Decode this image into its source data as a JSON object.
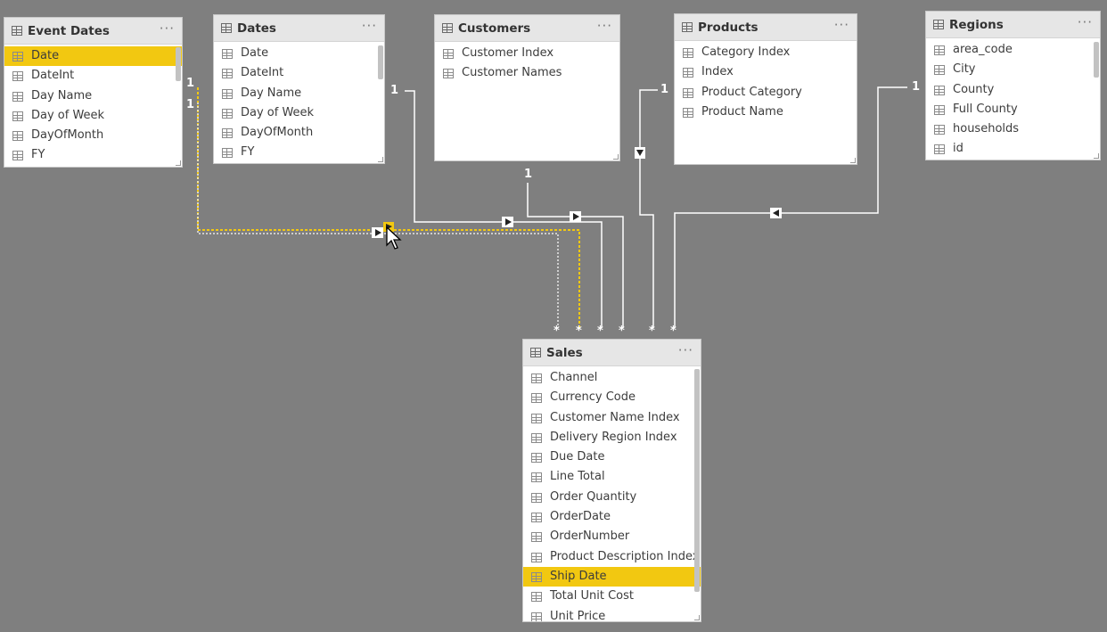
{
  "tables": [
    {
      "key": "event_dates",
      "name": "Event Dates",
      "menu": "···",
      "fields": [
        "Date",
        "DateInt",
        "Day Name",
        "Day of Week",
        "DayOfMonth",
        "FY"
      ],
      "selected": 0
    },
    {
      "key": "dates",
      "name": "Dates",
      "menu": "···",
      "fields": [
        "Date",
        "DateInt",
        "Day Name",
        "Day of Week",
        "DayOfMonth",
        "FY"
      ],
      "selected": -1
    },
    {
      "key": "customers",
      "name": "Customers",
      "menu": "···",
      "fields": [
        "Customer Index",
        "Customer Names"
      ],
      "selected": -1
    },
    {
      "key": "products",
      "name": "Products",
      "menu": "···",
      "fields": [
        "Category Index",
        "Index",
        "Product Category",
        "Product Name"
      ],
      "selected": -1
    },
    {
      "key": "regions",
      "name": "Regions",
      "menu": "···",
      "fields": [
        "area_code",
        "City",
        "County",
        "Full County",
        "households",
        "id"
      ],
      "selected": -1
    },
    {
      "key": "sales",
      "name": "Sales",
      "menu": "···",
      "fields": [
        "Channel",
        "Currency Code",
        "Customer Name Index",
        "Delivery Region Index",
        "Due Date",
        "Line Total",
        "Order Quantity",
        "OrderDate",
        "OrderNumber",
        "Product Description Index",
        "Ship Date",
        "Total Unit Cost",
        "Unit Price"
      ],
      "selected": 10
    }
  ],
  "cardinality": {
    "one": "1",
    "many": "*"
  },
  "colors": {
    "canvas": "#7f7f7f",
    "selected": "#f2c811",
    "line": "#ffffff",
    "active_line": "#f2c811"
  }
}
